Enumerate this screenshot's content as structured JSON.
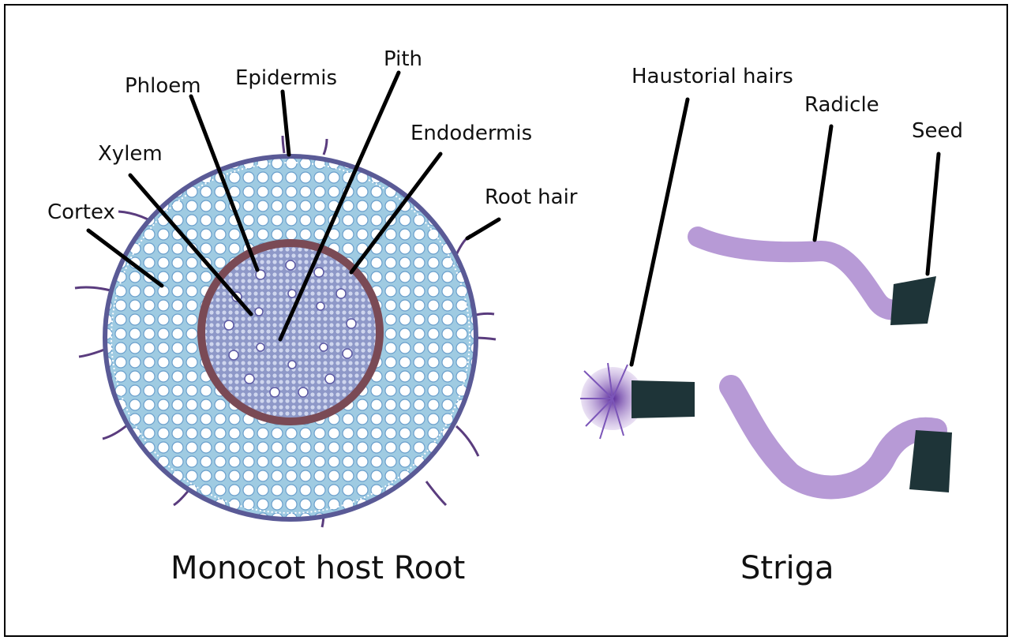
{
  "root_panel": {
    "caption": "Monocot host Root",
    "labels": {
      "cortex": "Cortex",
      "xylem": "Xylem",
      "phloem": "Phloem",
      "epidermis": "Epidermis",
      "pith": "Pith",
      "endodermis": "Endodermis",
      "root_hair": "Root hair"
    }
  },
  "striga_panel": {
    "caption": "Striga",
    "labels": {
      "haustorial_hairs": "Haustorial hairs",
      "radicle": "Radicle",
      "seed": "Seed"
    }
  },
  "colors": {
    "stain_blue": "#7fb6d6",
    "cortex_purple": "#5a4a8e",
    "endodermis_brown": "#7a4a55",
    "striga_purple": "#b79ad6",
    "seed_dark": "#1e3438"
  }
}
